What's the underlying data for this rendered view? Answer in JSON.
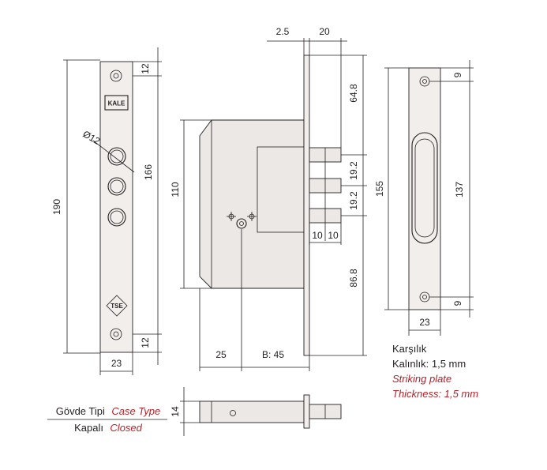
{
  "front_plate": {
    "logo_text": "KALE",
    "tse_mark": "TSE",
    "dim_height": "190",
    "dim_width": "23",
    "dim_top_offset": "12",
    "dim_bottom_offset": "12",
    "dim_cylinder_span": "166",
    "dim_hole_diameter": "Ø12"
  },
  "side_view": {
    "dim_face_thickness": "2.5",
    "dim_bolt_throw": "20",
    "dim_body_height": "110",
    "dim_top": "64.8",
    "dim_bolt_pitch_1": "19.2",
    "dim_bolt_pitch_2": "19.2",
    "dim_bolt_width_1": "10",
    "dim_bolt_width_2": "10",
    "dim_bottom": "86.8",
    "dim_body_depth": "25",
    "dim_backset": "B: 45"
  },
  "top_view": {
    "dim_case_thickness": "14"
  },
  "case_type": {
    "label_tr": "Gövde Tipi",
    "label_en": "Case Type",
    "value_tr": "Kapalı",
    "value_en": "Closed"
  },
  "striking_plate": {
    "dim_height": "155",
    "dim_slot_span": "137",
    "dim_width": "23",
    "dim_top_offset": "9",
    "dim_bottom_offset": "9",
    "title_tr": "Karşılık",
    "thickness_tr": "Kalınlık: 1,5 mm",
    "title_en": "Striking plate",
    "thickness_en": "Thickness: 1,5 mm"
  }
}
